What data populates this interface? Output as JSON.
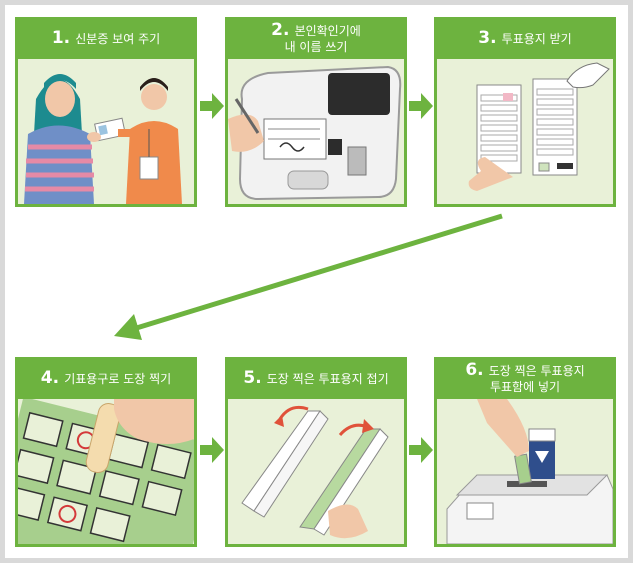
{
  "steps": [
    {
      "num": "1.",
      "lines": [
        "신분증 보여 주기"
      ]
    },
    {
      "num": "2.",
      "lines": [
        "본인확인기에",
        "내 이름 쓰기"
      ]
    },
    {
      "num": "3.",
      "lines": [
        "투표용지 받기"
      ]
    },
    {
      "num": "4.",
      "lines": [
        "기표용구로 도장 찍기"
      ]
    },
    {
      "num": "5.",
      "lines": [
        "도장 찍은 투표용지 접기"
      ]
    },
    {
      "num": "6.",
      "lines": [
        "도장 찍은 투표용지",
        "투표함에 넣기"
      ]
    }
  ],
  "colors": {
    "green": "#6db33f",
    "bg": "#d9d9d9"
  }
}
